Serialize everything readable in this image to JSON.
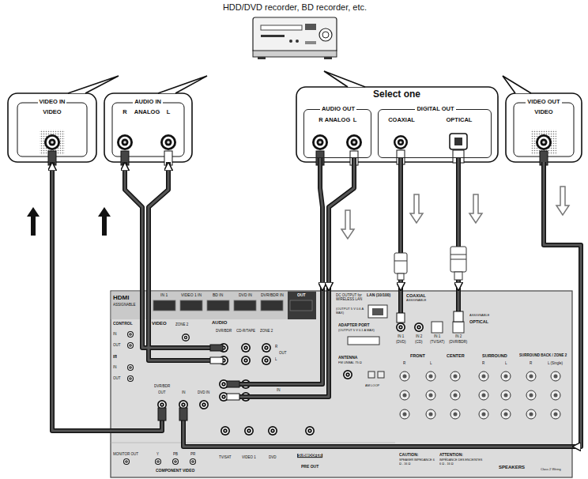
{
  "diagram": {
    "nodes": [
      {
        "text": [
          "HDD/DVD recorder, BD recorder, etc."
        ]
      },
      {
        "text": [
          "VIDEO IN",
          "VIDEO"
        ]
      },
      {
        "text": [
          "AUDIO IN",
          "R",
          "ANALOG",
          "L"
        ]
      },
      {
        "text": [
          "Select one"
        ]
      },
      {
        "text": [
          "AUDIO OUT",
          "R",
          "ANALOG",
          "L"
        ],
        "in": 3
      },
      {
        "text": [
          "DIGITAL OUT",
          "COAXIAL",
          "OPTICAL"
        ],
        "in": 3
      },
      {
        "text": [
          "VIDEO OUT",
          "VIDEO"
        ]
      },
      {
        "text": [
          "HDMI",
          "ASSIGNABLE",
          "IN 1",
          "VIDEO 1 IN",
          "BD IN",
          "DVD IN",
          "DVR/BDR IN",
          "OUT",
          "DC OUTPUT for WIRELESS LAN",
          "(OUTPUT 5 V 0.6 A MAX)",
          "LAN (10/100)",
          "COAXIAL",
          "ASSIGNABLE",
          "IN 1",
          "(DVD)",
          "IN 2",
          "(CD)",
          "IN 1",
          "(TV/SAT)",
          "IN 2",
          "(DVR/BDR)",
          "ASSIGNABLE",
          "OPTICAL",
          "CONTROL",
          "IN",
          "OUT",
          "IR",
          "IN",
          "OUT",
          "VIDEO",
          "ZONE 2",
          "DVR/BDR",
          "OUT",
          "IN",
          "DVD IN",
          "AUDIO",
          "DVR/BDR",
          "CD-R/TAPE",
          "ZONE 2",
          "R",
          "L",
          "OUT",
          "IN",
          "ADAPTER PORT",
          "(OUTPUT 5 V 0.1 A MAX)",
          "ANTENNA",
          "FM UNBAL 75 Ω",
          "AM LOOP",
          "MONITOR OUT",
          "Y",
          "PB",
          "PR",
          "COMPONENT VIDEO",
          "TV/SAT",
          "VIDEO 1",
          "DVD",
          "SUBWOOFER",
          "PRE OUT",
          "FRONT",
          "CENTER",
          "SURROUND",
          "SURROUND BACK / ZONE 2",
          "R",
          "L",
          "R",
          "L",
          "R",
          "L (Single)",
          "CAUTION:",
          "SPEAKER IMPEDANCE 6 Ω - 16 Ω",
          "ATTENTION:",
          "IMPÉDANCE DES ENCEINTES 6 Ω - 16 Ω",
          "SPEAKERS",
          "Class 2 Wiring"
        ]
      }
    ],
    "edges": [
      {
        "from": 7,
        "to": 1,
        "arrow": "to"
      },
      {
        "from": 7,
        "to": 2,
        "arrow": "to"
      },
      {
        "from": 4,
        "to": 7,
        "arrow": "to"
      },
      {
        "from": 5,
        "to": 7,
        "arrow": "to"
      },
      {
        "from": 5,
        "to": 7,
        "arrow": "to"
      },
      {
        "from": 6,
        "to": 7,
        "arrow": "to"
      }
    ]
  }
}
